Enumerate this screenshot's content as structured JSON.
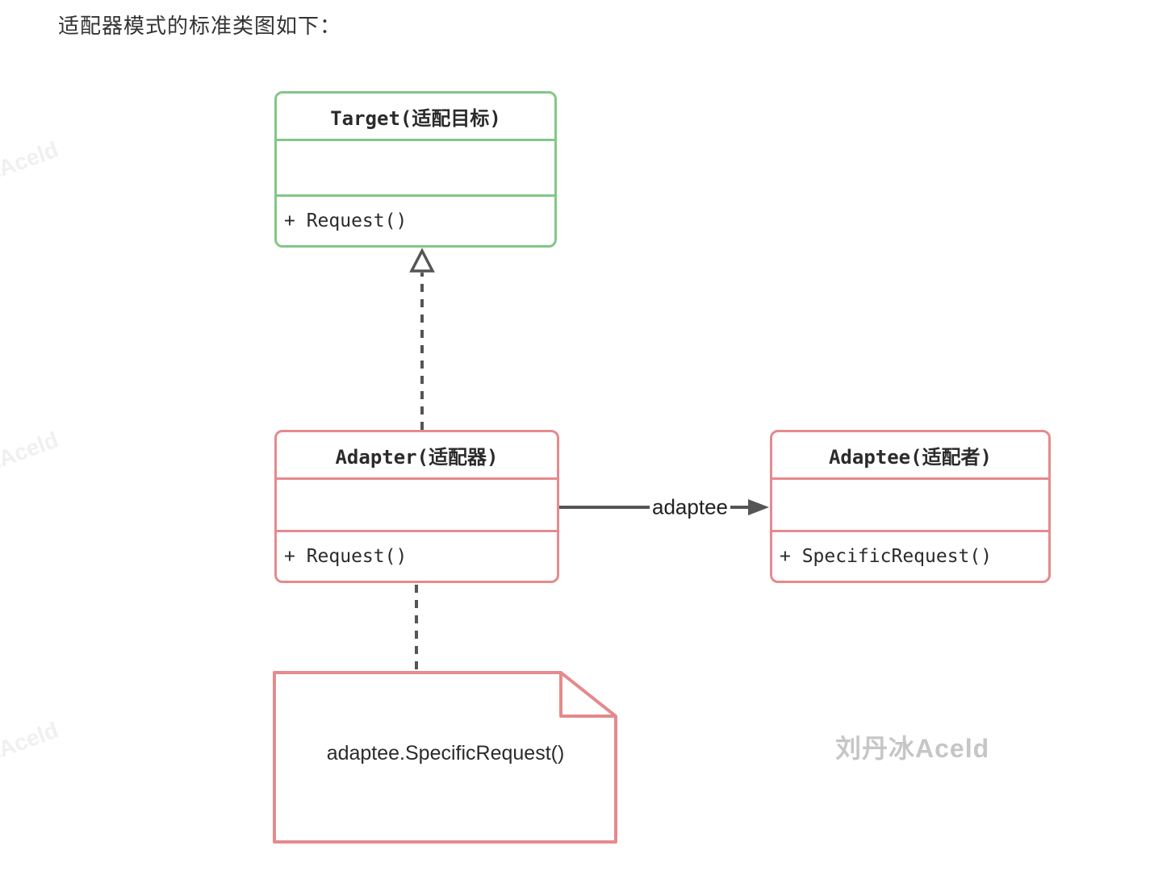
{
  "page": {
    "title": "适配器模式的标准类图如下：",
    "background": "#ffffff"
  },
  "colors": {
    "green_border": "#82c788",
    "pink_border": "#e58a8d",
    "line": "#555555",
    "text": "#2b2b2b",
    "title_text": "#333333",
    "watermark": "#c6c6c6",
    "edge_watermark": "#f0f0f0"
  },
  "diagram": {
    "classes": [
      {
        "name": "Target(适配目标)",
        "attributes": "",
        "methods": [
          "+ Request()"
        ],
        "border_color": "#82c788"
      },
      {
        "name": "Adapter(适配器)",
        "attributes": "",
        "methods": [
          "+ Request()"
        ],
        "border_color": "#e58a8d"
      },
      {
        "name": "Adaptee(适配者)",
        "attributes": "",
        "methods": [
          "+ SpecificRequest()"
        ],
        "border_color": "#e58a8d"
      }
    ],
    "relations": [
      {
        "type": "realization",
        "from": "Adapter(适配器)",
        "to": "Target(适配目标)",
        "line": "dashed",
        "arrowhead": "hollow-triangle",
        "label": ""
      },
      {
        "type": "association",
        "from": "Adapter(适配器)",
        "to": "Adaptee(适配者)",
        "line": "solid",
        "arrowhead": "filled-arrow",
        "label": "adaptee"
      },
      {
        "type": "note-attachment",
        "from": "note",
        "to": "Adapter(适配器)",
        "line": "dashed",
        "arrowhead": "none",
        "label": ""
      }
    ],
    "note": {
      "text": "adaptee.SpecificRequest()"
    },
    "watermarks": {
      "author": "刘丹冰Aceld",
      "edge": "刘丹冰Aceld"
    }
  }
}
